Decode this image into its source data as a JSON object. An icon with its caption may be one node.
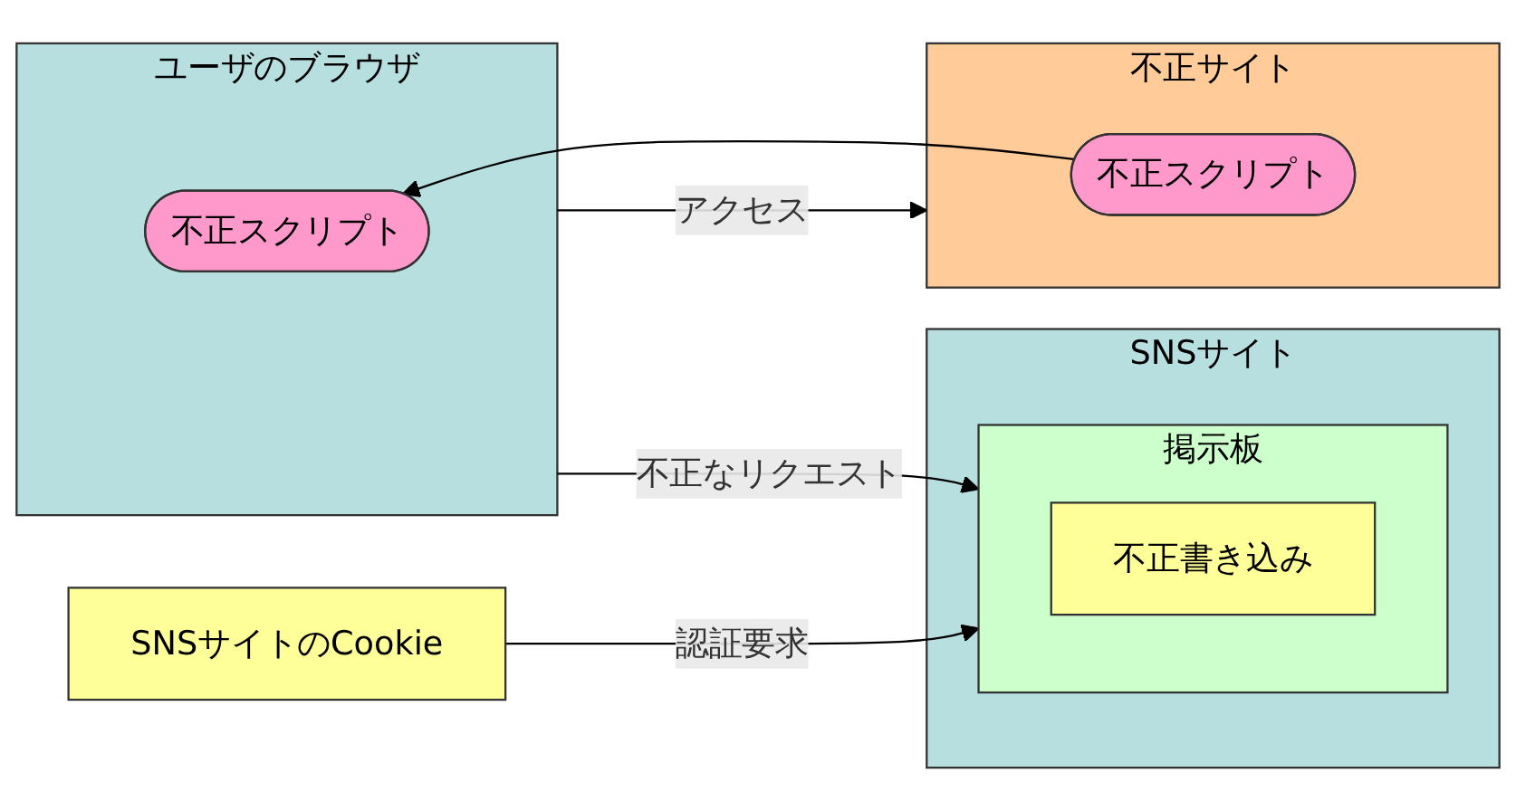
{
  "diagram": {
    "nodes": [
      {
        "text": [
          "SNSサイトのCookie"
        ]
      },
      {
        "text": [
          "ユーザのブラウザ"
        ]
      },
      {
        "text": [
          "不正スクリプト"
        ],
        "in": 1
      },
      {
        "text": [
          "SNSサイト"
        ]
      },
      {
        "text": [
          "掲示板"
        ],
        "in": 3
      },
      {
        "text": [
          "不正書き込み"
        ],
        "in": 4
      },
      {
        "text": [
          "不正サイト"
        ]
      },
      {
        "text": [
          "不正スクリプト"
        ],
        "in": 6
      }
    ],
    "edges": [
      {
        "from": 0,
        "to": 4,
        "label": "認証要求",
        "arrow": "to"
      },
      {
        "from": 1,
        "to": 4,
        "label": "不正なリクエスト",
        "arrow": "to"
      },
      {
        "from": 1,
        "to": 6,
        "label": "アクセス",
        "arrow": "to"
      },
      {
        "from": 7,
        "to": 2,
        "arrow": "to"
      }
    ]
  }
}
